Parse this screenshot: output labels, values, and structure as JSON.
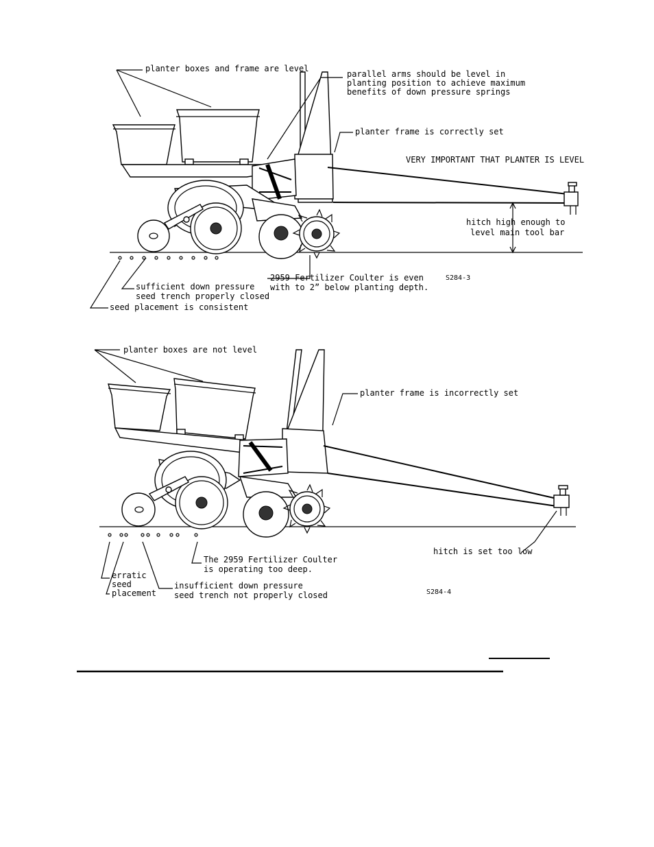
{
  "figure_top": {
    "labels": {
      "boxes_level": "planter boxes and frame are level",
      "parallel_arms_1": "parallel arms should be level in",
      "parallel_arms_2": "planting position to achieve maximum",
      "parallel_arms_3": "benefits of down pressure springs",
      "frame_correct": "planter frame is correctly set",
      "very_important": "VERY IMPORTANT THAT PLANTER IS LEVEL",
      "hitch_high_1": "hitch high enough to",
      "hitch_high_2": "level main tool bar",
      "coulter_even_1": "2959 Fertilizer Coulter is even",
      "coulter_even_2": "with to 2” below planting depth.",
      "figure_code": "S284-3",
      "sufficient_1": "sufficient down pressure",
      "sufficient_2": "seed trench properly closed",
      "seed_consistent": "seed placement is consistent"
    }
  },
  "figure_bottom": {
    "labels": {
      "boxes_not_level": "planter boxes are not level",
      "frame_incorrect": "planter frame is incorrectly set",
      "coulter_deep_1": "The 2959 Fertilizer Coulter",
      "coulter_deep_2": "is operating too deep.",
      "hitch_low": "hitch is set too low",
      "erratic_1": "erratic",
      "erratic_2": "seed",
      "erratic_3": "placement",
      "insufficient_1": "insufficient down pressure",
      "insufficient_2": "seed trench not properly closed",
      "figure_code": "S284-4"
    }
  }
}
